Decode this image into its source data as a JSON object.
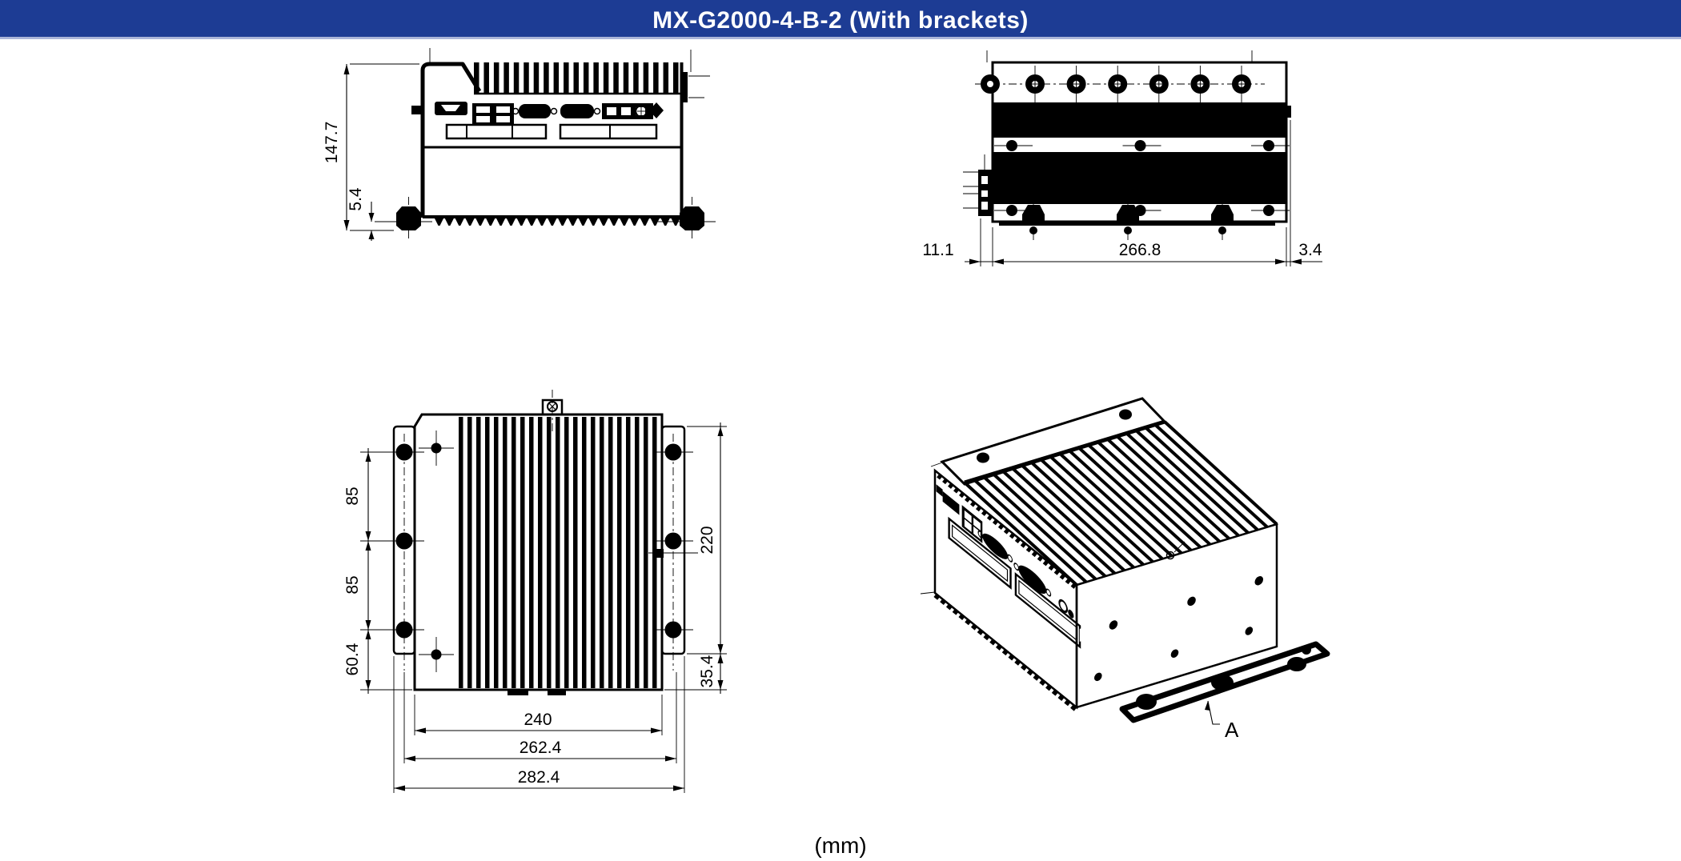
{
  "header": {
    "title": "MX-G2000-4-B-2 (With brackets)",
    "bg_color": "#1d3c94",
    "divider_color": "#aab5d9",
    "text_color": "#ffffff"
  },
  "footer": {
    "units_label": "(mm)"
  },
  "colors": {
    "drawing_line": "#000000",
    "page_bg": "#ffffff"
  },
  "views": {
    "front": {
      "label": "front-view-with-io",
      "dims": {
        "overall_height": "147.7",
        "foot_height": "5.4"
      }
    },
    "bottom": {
      "label": "bottom-view",
      "dims": {
        "left_offset": "11.1",
        "body_length": "266.8",
        "right_tab": "3.4"
      }
    },
    "top": {
      "label": "top-view-with-brackets",
      "dims": {
        "hole_pitch_upper": "85",
        "hole_pitch_lower": "85",
        "hole_bottom_offset": "60.4",
        "body_depth": "220",
        "bracket_offset": "35.4",
        "body_width": "240",
        "hole_span": "262.4",
        "overall_width": "282.4"
      }
    },
    "isometric": {
      "label": "isometric-view",
      "detail_label": "A"
    }
  }
}
